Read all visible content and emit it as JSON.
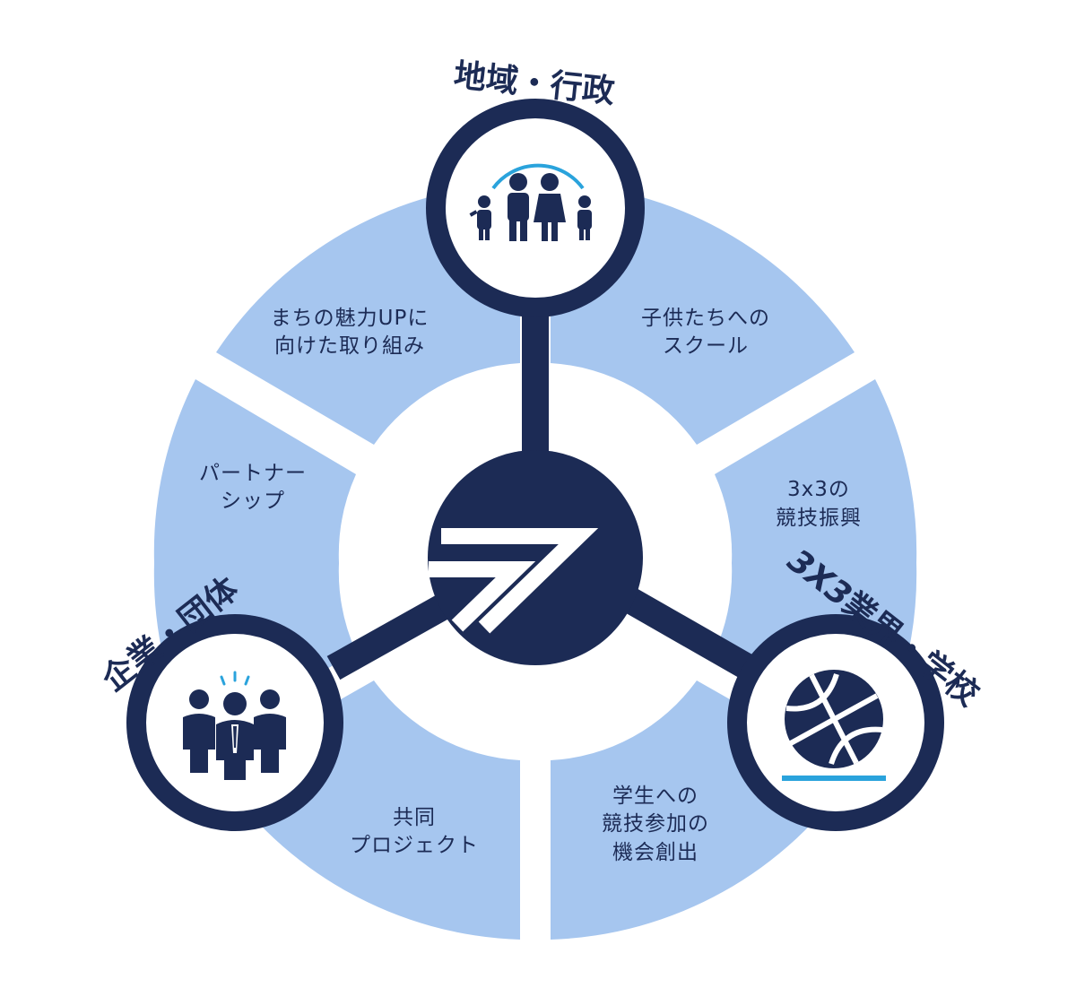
{
  "categories": {
    "top": "地域・行政",
    "left": "企業・団体",
    "right_prefix": "3X3",
    "right_rest": "業界・学校"
  },
  "segments": {
    "upper_left": [
      "まちの魅力UPに",
      "向けた取り組み"
    ],
    "upper_right": [
      "子供たちへの",
      "スクール"
    ],
    "left": [
      "パートナー",
      "シップ"
    ],
    "right": [
      "3x3の",
      "競技振興"
    ],
    "lower_left": [
      "共同",
      "プロジェクト"
    ],
    "lower_right": [
      "学生への",
      "競技参加の",
      "機会創出"
    ]
  },
  "icons": {
    "top": "family-icon",
    "left": "business-team-icon",
    "right": "basketball-icon",
    "center": "logo-mark"
  },
  "colors": {
    "navy": "#1c2b55",
    "segment": "#a6c6ef",
    "accent": "#2aa3dc",
    "white": "#ffffff"
  }
}
